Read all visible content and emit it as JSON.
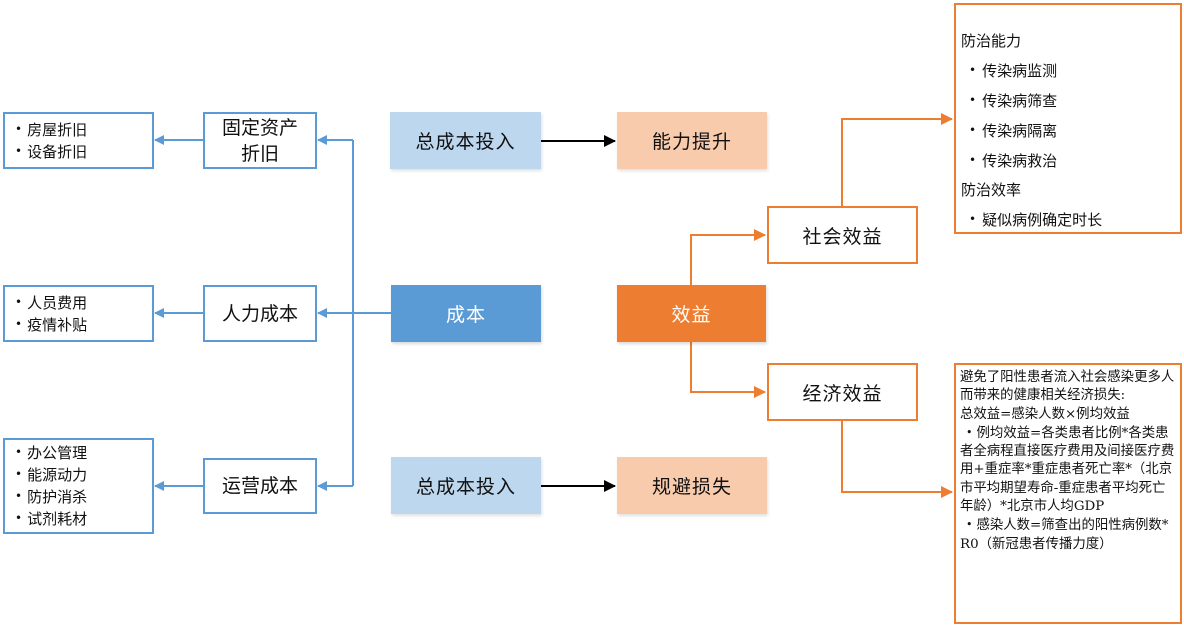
{
  "colors": {
    "blue_line": "#5b9bd5",
    "orange_line": "#ed7d31",
    "light_blue_fill": "#bdd7ee",
    "blue_fill": "#5b9bd5",
    "peach_fill": "#f8cbad",
    "orange_fill": "#ed7d31"
  },
  "cost": {
    "root": "成本",
    "categories": [
      {
        "label": "固定资产折旧",
        "label_line1": "固定资产",
        "label_line2": "折旧",
        "items": [
          "房屋折旧",
          "设备折旧"
        ]
      },
      {
        "label": "人力成本",
        "items": [
          "人员费用",
          "疫情补贴"
        ]
      },
      {
        "label": "运营成本",
        "items": [
          "办公管理",
          "能源动力",
          "防护消杀",
          "试剂耗材"
        ]
      }
    ]
  },
  "flows": [
    {
      "from": "总成本投入",
      "to": "能力提升"
    },
    {
      "from": "总成本投入",
      "to": "规避损失"
    }
  ],
  "benefit": {
    "root": "效益",
    "social": {
      "label": "社会效益",
      "details": {
        "heading1": "防治能力",
        "items1": [
          "传染病监测",
          "传染病筛查",
          "传染病隔离",
          "传染病救治"
        ],
        "heading2": "防治效率",
        "items2": [
          "疑似病例确定时长"
        ]
      }
    },
    "economic": {
      "label": "经济效益",
      "details": {
        "intro": "避免了阳性患者流入社会感染更多人而带来的健康相关经济损失:",
        "formula_total": "总效益=感染人数×例均效益",
        "formula_per_case": "例均效益=各类患者比例*各类患者全病程直接医疗费用及间接医疗费用+重症率*重症患者死亡率*（北京市平均期望寿命-重症患者平均死亡年龄）*北京市人均GDP",
        "formula_infected": "感染人数=筛查出的阳性病例数*R0（新冠患者传播力度）"
      }
    }
  }
}
